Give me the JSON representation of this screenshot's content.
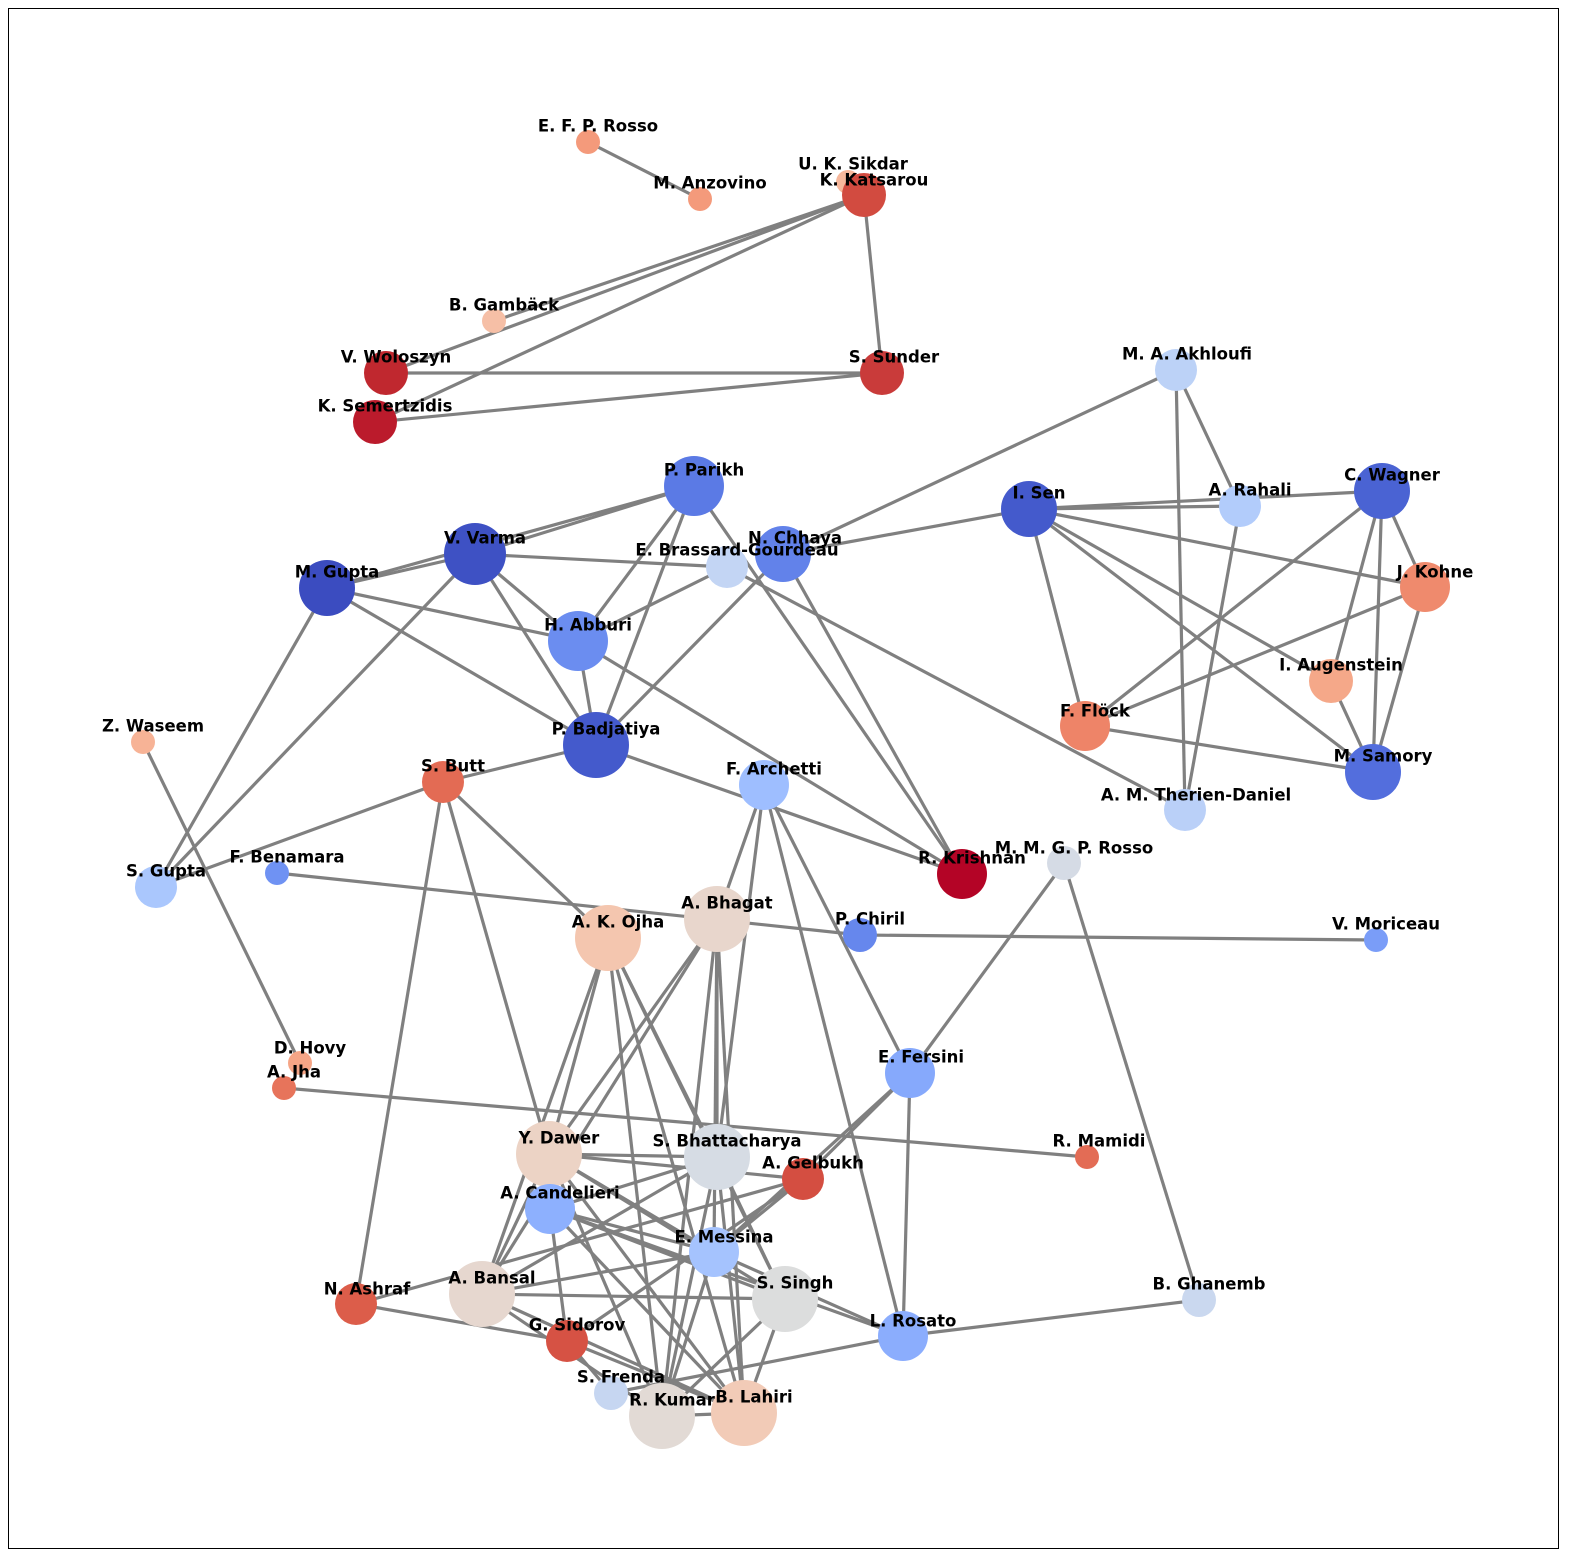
{
  "graph": {
    "colors": {
      "edge": "#808080",
      "label": "#000000",
      "colormap": "coolwarm"
    },
    "nodes": [
      {
        "id": "E. F. P. Rosso",
        "label": "E. F. P. Rosso",
        "color": "#f49a7b"
      },
      {
        "id": "M. Anzovino",
        "label": "M. Anzovino",
        "color": "#f49a7b"
      },
      {
        "id": "U. K. Sikdar",
        "label": "U. K. Sikdar",
        "color": "#f7b89c"
      },
      {
        "id": "K. Katsarou",
        "label": "K. Katsarou",
        "color": "#d24b40"
      },
      {
        "id": "B. Gambäck",
        "label": "B. Gambäck",
        "color": "#f6bfa6"
      },
      {
        "id": "V. Woloszyn",
        "label": "V. Woloszyn",
        "color": "#c0282f"
      },
      {
        "id": "S. Sunder",
        "label": "S. Sunder",
        "color": "#c93b3a"
      },
      {
        "id": "K. Semertzidis",
        "label": "K. Semertzidis",
        "color": "#bb1b2c"
      },
      {
        "id": "M. A. Akhloufi",
        "label": "M. A. Akhloufi",
        "color": "#bcd2f7"
      },
      {
        "id": "P. Parikh",
        "label": "P. Parikh",
        "color": "#5b7ae5"
      },
      {
        "id": "V. Varma",
        "label": "V. Varma",
        "color": "#3e51c4"
      },
      {
        "id": "N. Chhaya",
        "label": "N. Chhaya",
        "color": "#6282ea"
      },
      {
        "id": "E. Brassard-Gourdeau",
        "label": "E. Brassard-Gourdeau",
        "color": "#c3d5f4"
      },
      {
        "id": "I. Sen",
        "label": "I. Sen",
        "color": "#445acc"
      },
      {
        "id": "A. Rahali",
        "label": "A. Rahali",
        "color": "#b2ccfb"
      },
      {
        "id": "C. Wagner",
        "label": "C. Wagner",
        "color": "#4a63d3"
      },
      {
        "id": "J. Kohne",
        "label": "J. Kohne",
        "color": "#ef8a6d"
      },
      {
        "id": "M. Gupta",
        "label": "M. Gupta",
        "color": "#3b4cc0"
      },
      {
        "id": "H. Abburi",
        "label": "H. Abburi",
        "color": "#6b8df0"
      },
      {
        "id": "I. Augenstein",
        "label": "I. Augenstein",
        "color": "#f5a889"
      },
      {
        "id": "F. Flöck",
        "label": "F. Flöck",
        "color": "#ee8468"
      },
      {
        "id": "Z. Waseem",
        "label": "Z. Waseem",
        "color": "#f7b396"
      },
      {
        "id": "P. Badjatiya",
        "label": "P. Badjatiya",
        "color": "#445acc"
      },
      {
        "id": "M. Samory",
        "label": "M. Samory",
        "color": "#536edd"
      },
      {
        "id": "S. Butt",
        "label": "S. Butt",
        "color": "#e36b54"
      },
      {
        "id": "F. Archetti",
        "label": "F. Archetti",
        "color": "#9ebeff"
      },
      {
        "id": "A. M. Therien-Daniel",
        "label": "A. M. Therien-Daniel",
        "color": "#bad0f8"
      },
      {
        "id": "M. M. G. P. Rosso",
        "label": "M. M. G. P. Rosso",
        "color": "#d5dbe5"
      },
      {
        "id": "R. Krishnan",
        "label": "R. Krishnan",
        "color": "#b40426"
      },
      {
        "id": "F. Benamara",
        "label": "F. Benamara",
        "color": "#6f92f3"
      },
      {
        "id": "S. Gupta",
        "label": "S. Gupta",
        "color": "#aac7fd"
      },
      {
        "id": "A. Bhagat",
        "label": "A. Bhagat",
        "color": "#e8d6cc"
      },
      {
        "id": "A. K. Ojha",
        "label": "A. K. Ojha",
        "color": "#f4c6af"
      },
      {
        "id": "P. Chiril",
        "label": "P. Chiril",
        "color": "#6687ed"
      },
      {
        "id": "V. Moriceau",
        "label": "V. Moriceau",
        "color": "#7a9df8"
      },
      {
        "id": "D. Hovy",
        "label": "D. Hovy",
        "color": "#f6a586"
      },
      {
        "id": "A. Jha",
        "label": "A. Jha",
        "color": "#e7745b"
      },
      {
        "id": "E. Fersini",
        "label": "E. Fersini",
        "color": "#86a9fc"
      },
      {
        "id": "R. Mamidi",
        "label": "R. Mamidi",
        "color": "#e36c55"
      },
      {
        "id": "Y. Dawer",
        "label": "Y. Dawer",
        "color": "#ecd3c5"
      },
      {
        "id": "S. Bhattacharya",
        "label": "S. Bhattacharya",
        "color": "#d6dce4"
      },
      {
        "id": "A. Gelbukh",
        "label": "A. Gelbukh",
        "color": "#d44e41"
      },
      {
        "id": "A. Candelieri",
        "label": "A. Candelieri",
        "color": "#8db0fe"
      },
      {
        "id": "E. Messina",
        "label": "E. Messina",
        "color": "#a5c3fe"
      },
      {
        "id": "A. Bansal",
        "label": "A. Bansal",
        "color": "#e6d7cf"
      },
      {
        "id": "S. Singh",
        "label": "S. Singh",
        "color": "#dcdddd"
      },
      {
        "id": "N. Ashraf",
        "label": "N. Ashraf",
        "color": "#dc5d4a"
      },
      {
        "id": "B. Ghanemb",
        "label": "B. Ghanemb",
        "color": "#cad8ef"
      },
      {
        "id": "G. Sidorov",
        "label": "G. Sidorov",
        "color": "#d65244"
      },
      {
        "id": "L. Rosato",
        "label": "L. Rosato",
        "color": "#8badfd"
      },
      {
        "id": "S. Frenda",
        "label": "S. Frenda",
        "color": "#c6d6f1"
      },
      {
        "id": "R. Kumar",
        "label": "R. Kumar",
        "color": "#e2dad5"
      },
      {
        "id": "B. Lahiri",
        "label": "B. Lahiri",
        "color": "#f2cbb7"
      }
    ],
    "edges": [
      [
        "E. F. P. Rosso",
        "M. Anzovino"
      ],
      [
        "K. Katsarou",
        "B. Gambäck"
      ],
      [
        "K. Katsarou",
        "V. Woloszyn"
      ],
      [
        "K. Katsarou",
        "K. Semertzidis"
      ],
      [
        "K. Katsarou",
        "S. Sunder"
      ],
      [
        "V. Woloszyn",
        "S. Sunder"
      ],
      [
        "K. Semertzidis",
        "S. Sunder"
      ],
      [
        "M. A. Akhloufi",
        "N. Chhaya"
      ],
      [
        "M. A. Akhloufi",
        "A. Rahali"
      ],
      [
        "M. A. Akhloufi",
        "A. M. Therien-Daniel"
      ],
      [
        "P. Parikh",
        "V. Varma"
      ],
      [
        "P. Parikh",
        "M. Gupta"
      ],
      [
        "P. Parikh",
        "H. Abburi"
      ],
      [
        "P. Parikh",
        "P. Badjatiya"
      ],
      [
        "P. Parikh",
        "R. Krishnan"
      ],
      [
        "V. Varma",
        "M. Gupta"
      ],
      [
        "V. Varma",
        "E. Brassard-Gourdeau"
      ],
      [
        "V. Varma",
        "H. Abburi"
      ],
      [
        "V. Varma",
        "P. Badjatiya"
      ],
      [
        "V. Varma",
        "S. Gupta"
      ],
      [
        "N. Chhaya",
        "I. Sen"
      ],
      [
        "N. Chhaya",
        "P. Badjatiya"
      ],
      [
        "N. Chhaya",
        "R. Krishnan"
      ],
      [
        "E. Brassard-Gourdeau",
        "H. Abburi"
      ],
      [
        "E. Brassard-Gourdeau",
        "A. M. Therien-Daniel"
      ],
      [
        "I. Sen",
        "A. Rahali"
      ],
      [
        "I. Sen",
        "C. Wagner"
      ],
      [
        "I. Sen",
        "J. Kohne"
      ],
      [
        "I. Sen",
        "I. Augenstein"
      ],
      [
        "I. Sen",
        "F. Flöck"
      ],
      [
        "I. Sen",
        "M. Samory"
      ],
      [
        "A. Rahali",
        "A. M. Therien-Daniel"
      ],
      [
        "C. Wagner",
        "J. Kohne"
      ],
      [
        "C. Wagner",
        "I. Augenstein"
      ],
      [
        "C. Wagner",
        "F. Flöck"
      ],
      [
        "C. Wagner",
        "M. Samory"
      ],
      [
        "J. Kohne",
        "F. Flöck"
      ],
      [
        "J. Kohne",
        "M. Samory"
      ],
      [
        "I. Augenstein",
        "M. Samory"
      ],
      [
        "F. Flöck",
        "M. Samory"
      ],
      [
        "M. Gupta",
        "H. Abburi"
      ],
      [
        "M. Gupta",
        "P. Badjatiya"
      ],
      [
        "M. Gupta",
        "S. Gupta"
      ],
      [
        "H. Abburi",
        "P. Badjatiya"
      ],
      [
        "H. Abburi",
        "R. Krishnan"
      ],
      [
        "Z. Waseem",
        "D. Hovy"
      ],
      [
        "P. Badjatiya",
        "S. Butt"
      ],
      [
        "P. Badjatiya",
        "R. Krishnan"
      ],
      [
        "S. Butt",
        "S. Gupta"
      ],
      [
        "S. Butt",
        "A. K. Ojha"
      ],
      [
        "S. Butt",
        "Y. Dawer"
      ],
      [
        "S. Butt",
        "N. Ashraf"
      ],
      [
        "F. Archetti",
        "A. Bhagat"
      ],
      [
        "F. Archetti",
        "S. Bhattacharya"
      ],
      [
        "F. Archetti",
        "E. Fersini"
      ],
      [
        "F. Archetti",
        "L. Rosato"
      ],
      [
        "M. M. G. P. Rosso",
        "E. Fersini"
      ],
      [
        "M. M. G. P. Rosso",
        "B. Ghanemb"
      ],
      [
        "F. Benamara",
        "P. Chiril"
      ],
      [
        "P. Chiril",
        "V. Moriceau"
      ],
      [
        "A. Jha",
        "R. Mamidi"
      ],
      [
        "A. Bhagat",
        "Y. Dawer"
      ],
      [
        "A. Bhagat",
        "S. Bhattacharya"
      ],
      [
        "A. Bhagat",
        "E. Messina"
      ],
      [
        "A. Bhagat",
        "A. Bansal"
      ],
      [
        "A. Bhagat",
        "R. Kumar"
      ],
      [
        "A. Bhagat",
        "B. Lahiri"
      ],
      [
        "A. K. Ojha",
        "Y. Dawer"
      ],
      [
        "A. K. Ojha",
        "S. Bhattacharya"
      ],
      [
        "A. K. Ojha",
        "A. Bansal"
      ],
      [
        "A. K. Ojha",
        "S. Singh"
      ],
      [
        "A. K. Ojha",
        "R. Kumar"
      ],
      [
        "A. K. Ojha",
        "B. Lahiri"
      ],
      [
        "E. Fersini",
        "A. Gelbukh"
      ],
      [
        "E. Fersini",
        "E. Messina"
      ],
      [
        "E. Fersini",
        "L. Rosato"
      ],
      [
        "Y. Dawer",
        "S. Bhattacharya"
      ],
      [
        "Y. Dawer",
        "A. Gelbukh"
      ],
      [
        "Y. Dawer",
        "E. Messina"
      ],
      [
        "Y. Dawer",
        "A. Bansal"
      ],
      [
        "Y. Dawer",
        "S. Singh"
      ],
      [
        "Y. Dawer",
        "R. Kumar"
      ],
      [
        "Y. Dawer",
        "B. Lahiri"
      ],
      [
        "S. Bhattacharya",
        "A. Candelieri"
      ],
      [
        "S. Bhattacharya",
        "A. Bansal"
      ],
      [
        "S. Bhattacharya",
        "S. Singh"
      ],
      [
        "S. Bhattacharya",
        "R. Kumar"
      ],
      [
        "S. Bhattacharya",
        "B. Lahiri"
      ],
      [
        "A. Gelbukh",
        "N. Ashraf"
      ],
      [
        "A. Gelbukh",
        "G. Sidorov"
      ],
      [
        "A. Gelbukh",
        "E. Messina"
      ],
      [
        "A. Candelieri",
        "E. Messina"
      ],
      [
        "A. Candelieri",
        "G. Sidorov"
      ],
      [
        "A. Candelieri",
        "L. Rosato"
      ],
      [
        "A. Candelieri",
        "S. Singh"
      ],
      [
        "A. Candelieri",
        "B. Lahiri"
      ],
      [
        "E. Messina",
        "L. Rosato"
      ],
      [
        "E. Messina",
        "A. Bansal"
      ],
      [
        "E. Messina",
        "R. Kumar"
      ],
      [
        "A. Bansal",
        "S. Singh"
      ],
      [
        "A. Bansal",
        "B. Lahiri"
      ],
      [
        "A. Bansal",
        "R. Kumar"
      ],
      [
        "S. Singh",
        "R. Kumar"
      ],
      [
        "S. Singh",
        "B. Lahiri"
      ],
      [
        "N. Ashraf",
        "G. Sidorov"
      ],
      [
        "G. Sidorov",
        "S. Frenda"
      ],
      [
        "G. Sidorov",
        "B. Lahiri"
      ],
      [
        "S. Frenda",
        "L. Rosato"
      ],
      [
        "R. Kumar",
        "B. Lahiri"
      ],
      [
        "L. Rosato",
        "B. Ghanemb"
      ]
    ]
  }
}
